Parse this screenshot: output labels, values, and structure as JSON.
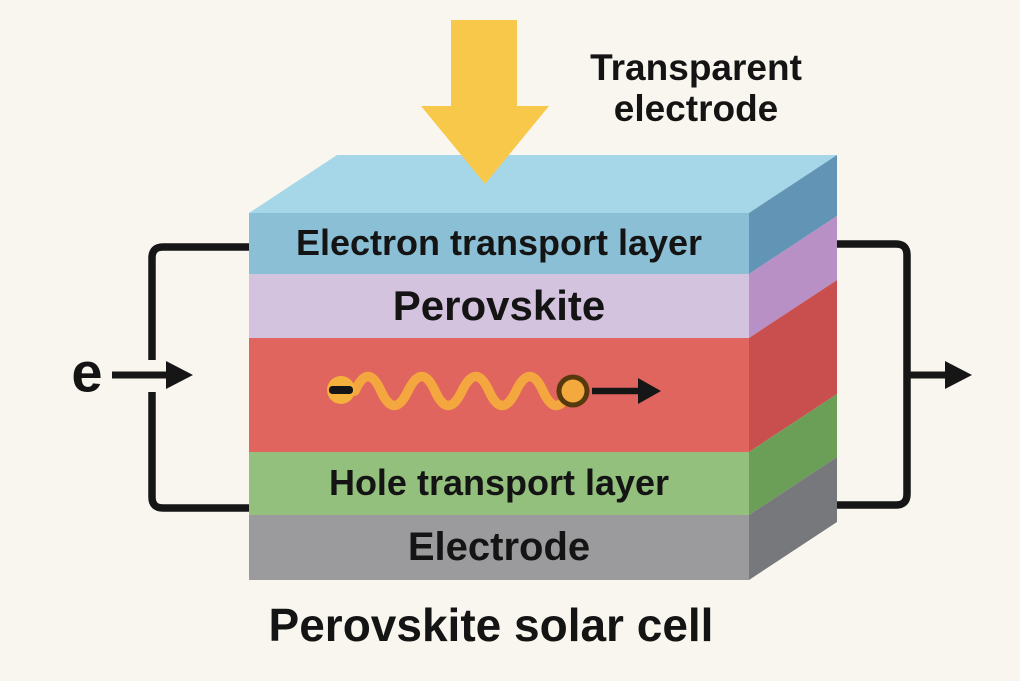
{
  "title": "Perovskite solar cell",
  "light_label": {
    "line1": "Transparent",
    "line2": "electrode"
  },
  "electron_label": "e",
  "layers": {
    "electron_transport": {
      "label": "Electron transport layer"
    },
    "perovskite": {
      "label": "Perovskite"
    },
    "hole_transport": {
      "label": "Hole transport layer"
    },
    "electrode": {
      "label": "Electrode"
    }
  },
  "icons": {
    "light": "down-arrow",
    "electron_in": "right-arrow",
    "current_out": "right-arrow",
    "photon": "wavy-line",
    "electron": "minus-dot",
    "hole": "ring-dot"
  },
  "colors": {
    "background": "#f8f6ee",
    "ink": "#161616",
    "light_arrow": "#f8c84b",
    "top_face": "#a6d7e8",
    "etl_front": "#8abfd5",
    "etl_side": "#6295b5",
    "perovskite_front": "#d3c3df",
    "perovskite_side": "#b890c5",
    "absorber_front": "#e0655f",
    "absorber_side": "#c94f4e",
    "htl_front": "#93c07c",
    "htl_side": "#6b9e56",
    "electrode_front": "#9b9b9d",
    "electrode_side": "#77787b",
    "photon_wave": "#f4a73e",
    "electron_dot": "#f5b13d",
    "hole_fill": "#f3a93e",
    "hole_ring": "#563a0e"
  }
}
